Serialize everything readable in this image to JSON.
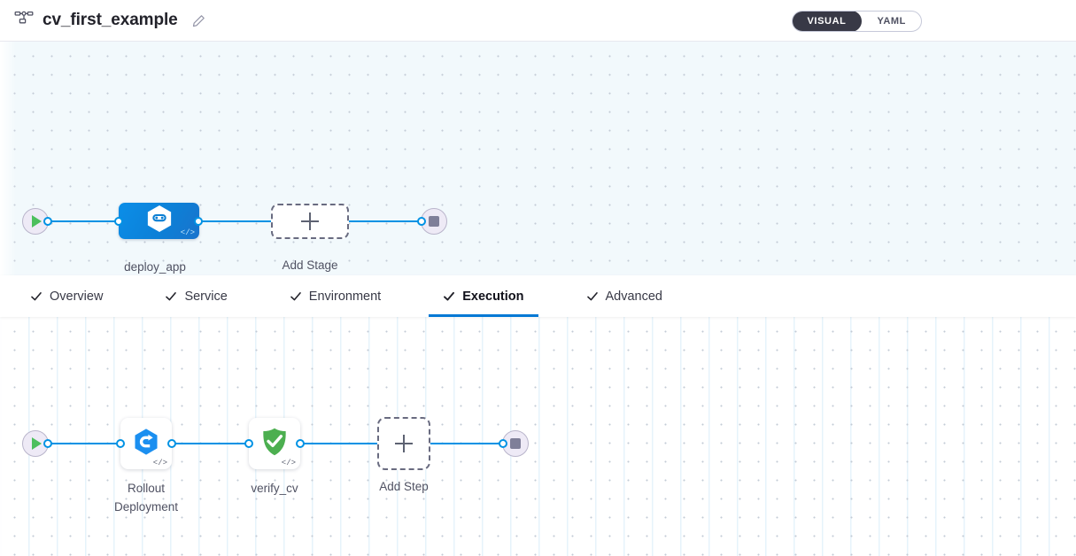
{
  "header": {
    "pipeline_icon": "pipeline-nodes-icon",
    "title": "cv_first_example",
    "edit_icon": "pencil-edit-icon",
    "view_toggle": {
      "visual_label": "VISUAL",
      "yaml_label": "YAML",
      "selected": "VISUAL"
    }
  },
  "stage_canvas": {
    "start_node": {
      "name": "pipeline-start",
      "icon": "play-icon"
    },
    "stages": [
      {
        "label": "deploy_app",
        "icon": "harness-deploy-hexagon-icon",
        "badge": "</>",
        "selected": true
      }
    ],
    "add_stage": {
      "label": "Add Stage",
      "icon": "plus-icon"
    },
    "end_node": {
      "name": "pipeline-end",
      "icon": "stop-icon"
    }
  },
  "tabs": [
    {
      "label": "Overview",
      "icon": "check-icon",
      "active": false
    },
    {
      "label": "Service",
      "icon": "check-icon",
      "active": false
    },
    {
      "label": "Environment",
      "icon": "check-icon",
      "active": false
    },
    {
      "label": "Execution",
      "icon": "check-icon",
      "active": true
    },
    {
      "label": "Advanced",
      "icon": "check-icon",
      "active": false
    }
  ],
  "step_canvas": {
    "start_node": {
      "name": "execution-start",
      "icon": "play-icon"
    },
    "steps": [
      {
        "label": "Rollout\nDeployment",
        "icon": "rollout-deployment-hexagon-icon",
        "badge": "</>"
      },
      {
        "label": "verify_cv",
        "icon": "green-shield-check-icon",
        "badge": "</>"
      }
    ],
    "add_step": {
      "label": "Add Step",
      "icon": "plus-icon"
    },
    "end_node": {
      "name": "execution-end",
      "icon": "stop-icon"
    }
  },
  "colors": {
    "accent_blue": "#0092e4",
    "tab_active_underline": "#0278d5",
    "stage_blue": "#0d7fd6",
    "verify_green": "#4caf50",
    "start_green": "#4dbf5d",
    "toggle_dark": "#383946",
    "canvas_stage_bg": "#f2f9fc"
  }
}
